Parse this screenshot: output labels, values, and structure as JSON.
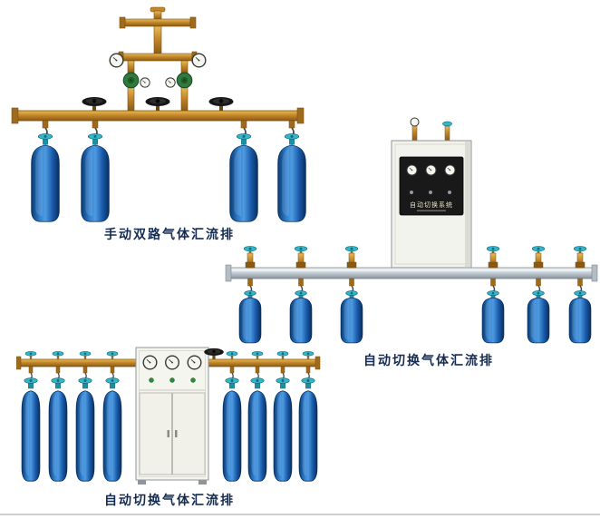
{
  "page": {
    "background": "#ffffff"
  },
  "products": [
    {
      "id": "manual-dual-manifold",
      "caption": "手动双路气体汇流排",
      "cylinder_count": 4
    },
    {
      "id": "auto-changeover-wall",
      "caption": "自动切换气体汇流排",
      "cabinet_label": "自动切换系统",
      "cylinder_count": 6
    },
    {
      "id": "auto-changeover-floor",
      "caption": "自动切换气体汇流排",
      "cylinder_count": 8
    }
  ],
  "colors": {
    "cylinder_blue": "#1b5cad",
    "valve_teal": "#35b6c9",
    "brass_pipe": "#c4872b",
    "aluminum_pipe": "#c3cbd3",
    "regulator_green": "#2f7a3c",
    "caption_text": "#142c54"
  }
}
